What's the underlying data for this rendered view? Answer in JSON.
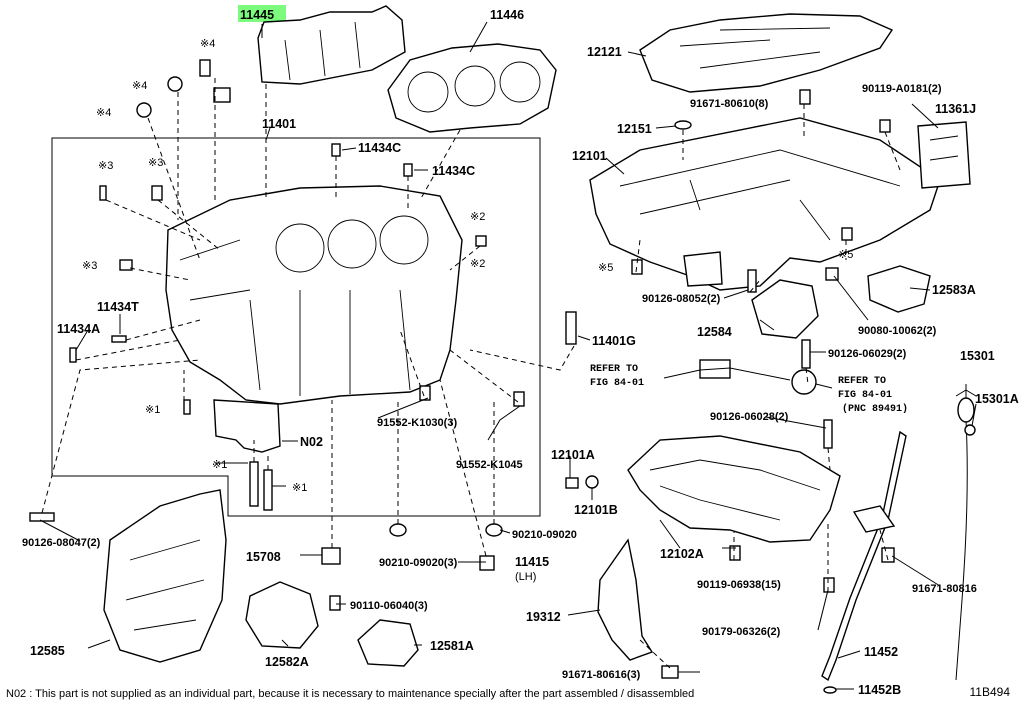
{
  "labels": {
    "p11445": "11445",
    "p11446": "11446",
    "p12121": "12121",
    "p91671_80610": "91671-80610(8)",
    "p90119_A0181": "90119-A0181(2)",
    "p11361J": "11361J",
    "p12151": "12151",
    "p12101": "12101",
    "p11401": "11401",
    "p11434C_a": "11434C",
    "p11434C_b": "11434C",
    "p11434T": "11434T",
    "p11434A": "11434A",
    "p11401G": "11401G",
    "pN02": "N02",
    "p91552_K1030": "91552-K1030(3)",
    "p91552_K1045": "91552-K1045",
    "p90126_08052": "90126-08052(2)",
    "p12584": "12584",
    "p90080_10062": "90080-10062(2)",
    "p12583A": "12583A",
    "p90126_06029": "90126-06029(2)",
    "p15301": "15301",
    "p15301A": "15301A",
    "p90126_06028": "90126-06028(2)",
    "p12101A": "12101A",
    "p12101B": "12101B",
    "p90210_09020_a": "90210-09020",
    "p90210_09020_b": "90210-09020(3)",
    "p11415": "11415",
    "p11415_lh": "(LH)",
    "p12102A": "12102A",
    "p90126_08047": "90126-08047(2)",
    "p15708": "15708",
    "p90110_06040": "90110-06040(3)",
    "p12585": "12585",
    "p12582A": "12582A",
    "p12581A": "12581A",
    "p19312": "19312",
    "p90119_06938": "90119-06938(15)",
    "p90179_06326": "90179-06326(2)",
    "p91671_80816": "91671-80816",
    "p91671_80616": "91671-80616(3)",
    "p11452": "11452",
    "p11452B": "11452B"
  },
  "notes": {
    "x4_a": "※4",
    "x4_b": "※4",
    "x4_c": "※4",
    "x3_a": "※3",
    "x3_b": "※3",
    "x3_c": "※3",
    "x2_a": "※2",
    "x2_b": "※2",
    "x1_a": "※1",
    "x1_b": "※1",
    "x1_c": "※1",
    "x5_a": "※5",
    "x5_b": "※5"
  },
  "refer_left": {
    "line1": "REFER TO",
    "line2": "FIG 84-01"
  },
  "refer_right": {
    "line1": "REFER TO",
    "line2": "FIG 84-01",
    "line3": "(PNC 89491)"
  },
  "footer": {
    "note": "N02 : This part is not supplied as an individual part, because it is necessary to maintenance specially after the part assembled / disassembled",
    "diagram_code": "11B494"
  },
  "highlight_color": "#7cfc7c"
}
